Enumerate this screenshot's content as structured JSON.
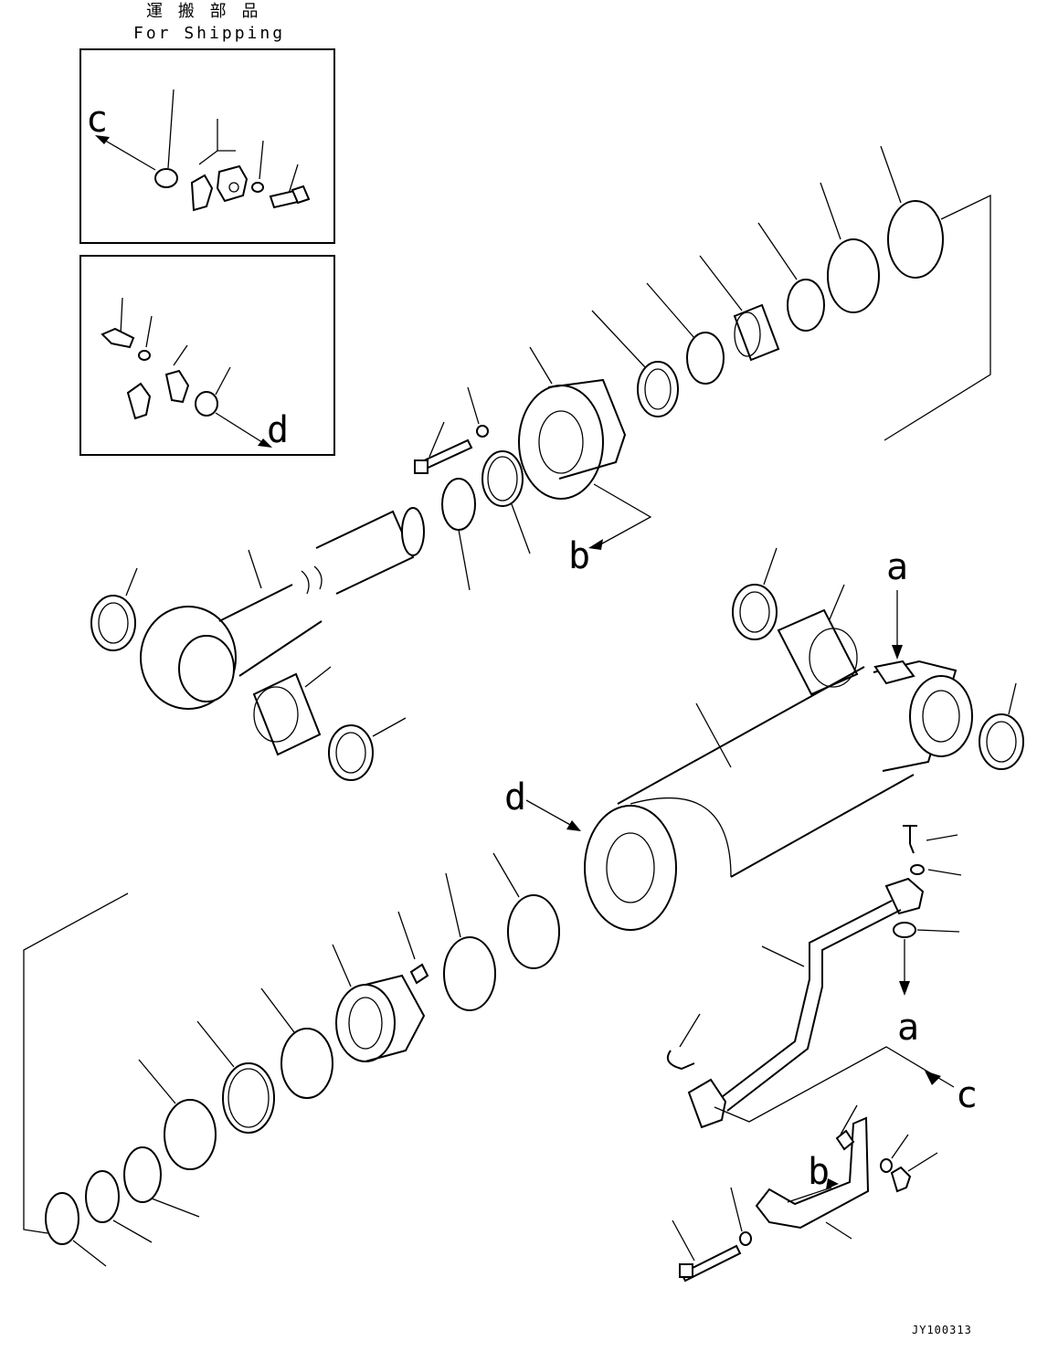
{
  "header": {
    "title_jp": "運 搬 部 品",
    "title_en": "For Shipping"
  },
  "callouts": {
    "a_top": "a",
    "a_bottom": "a",
    "b_upper": "b",
    "b_lower": "b",
    "c_inset": "c",
    "c_right": "c",
    "d_inset": "d",
    "d_cylinder": "d"
  },
  "drawing_code": "JY100313"
}
